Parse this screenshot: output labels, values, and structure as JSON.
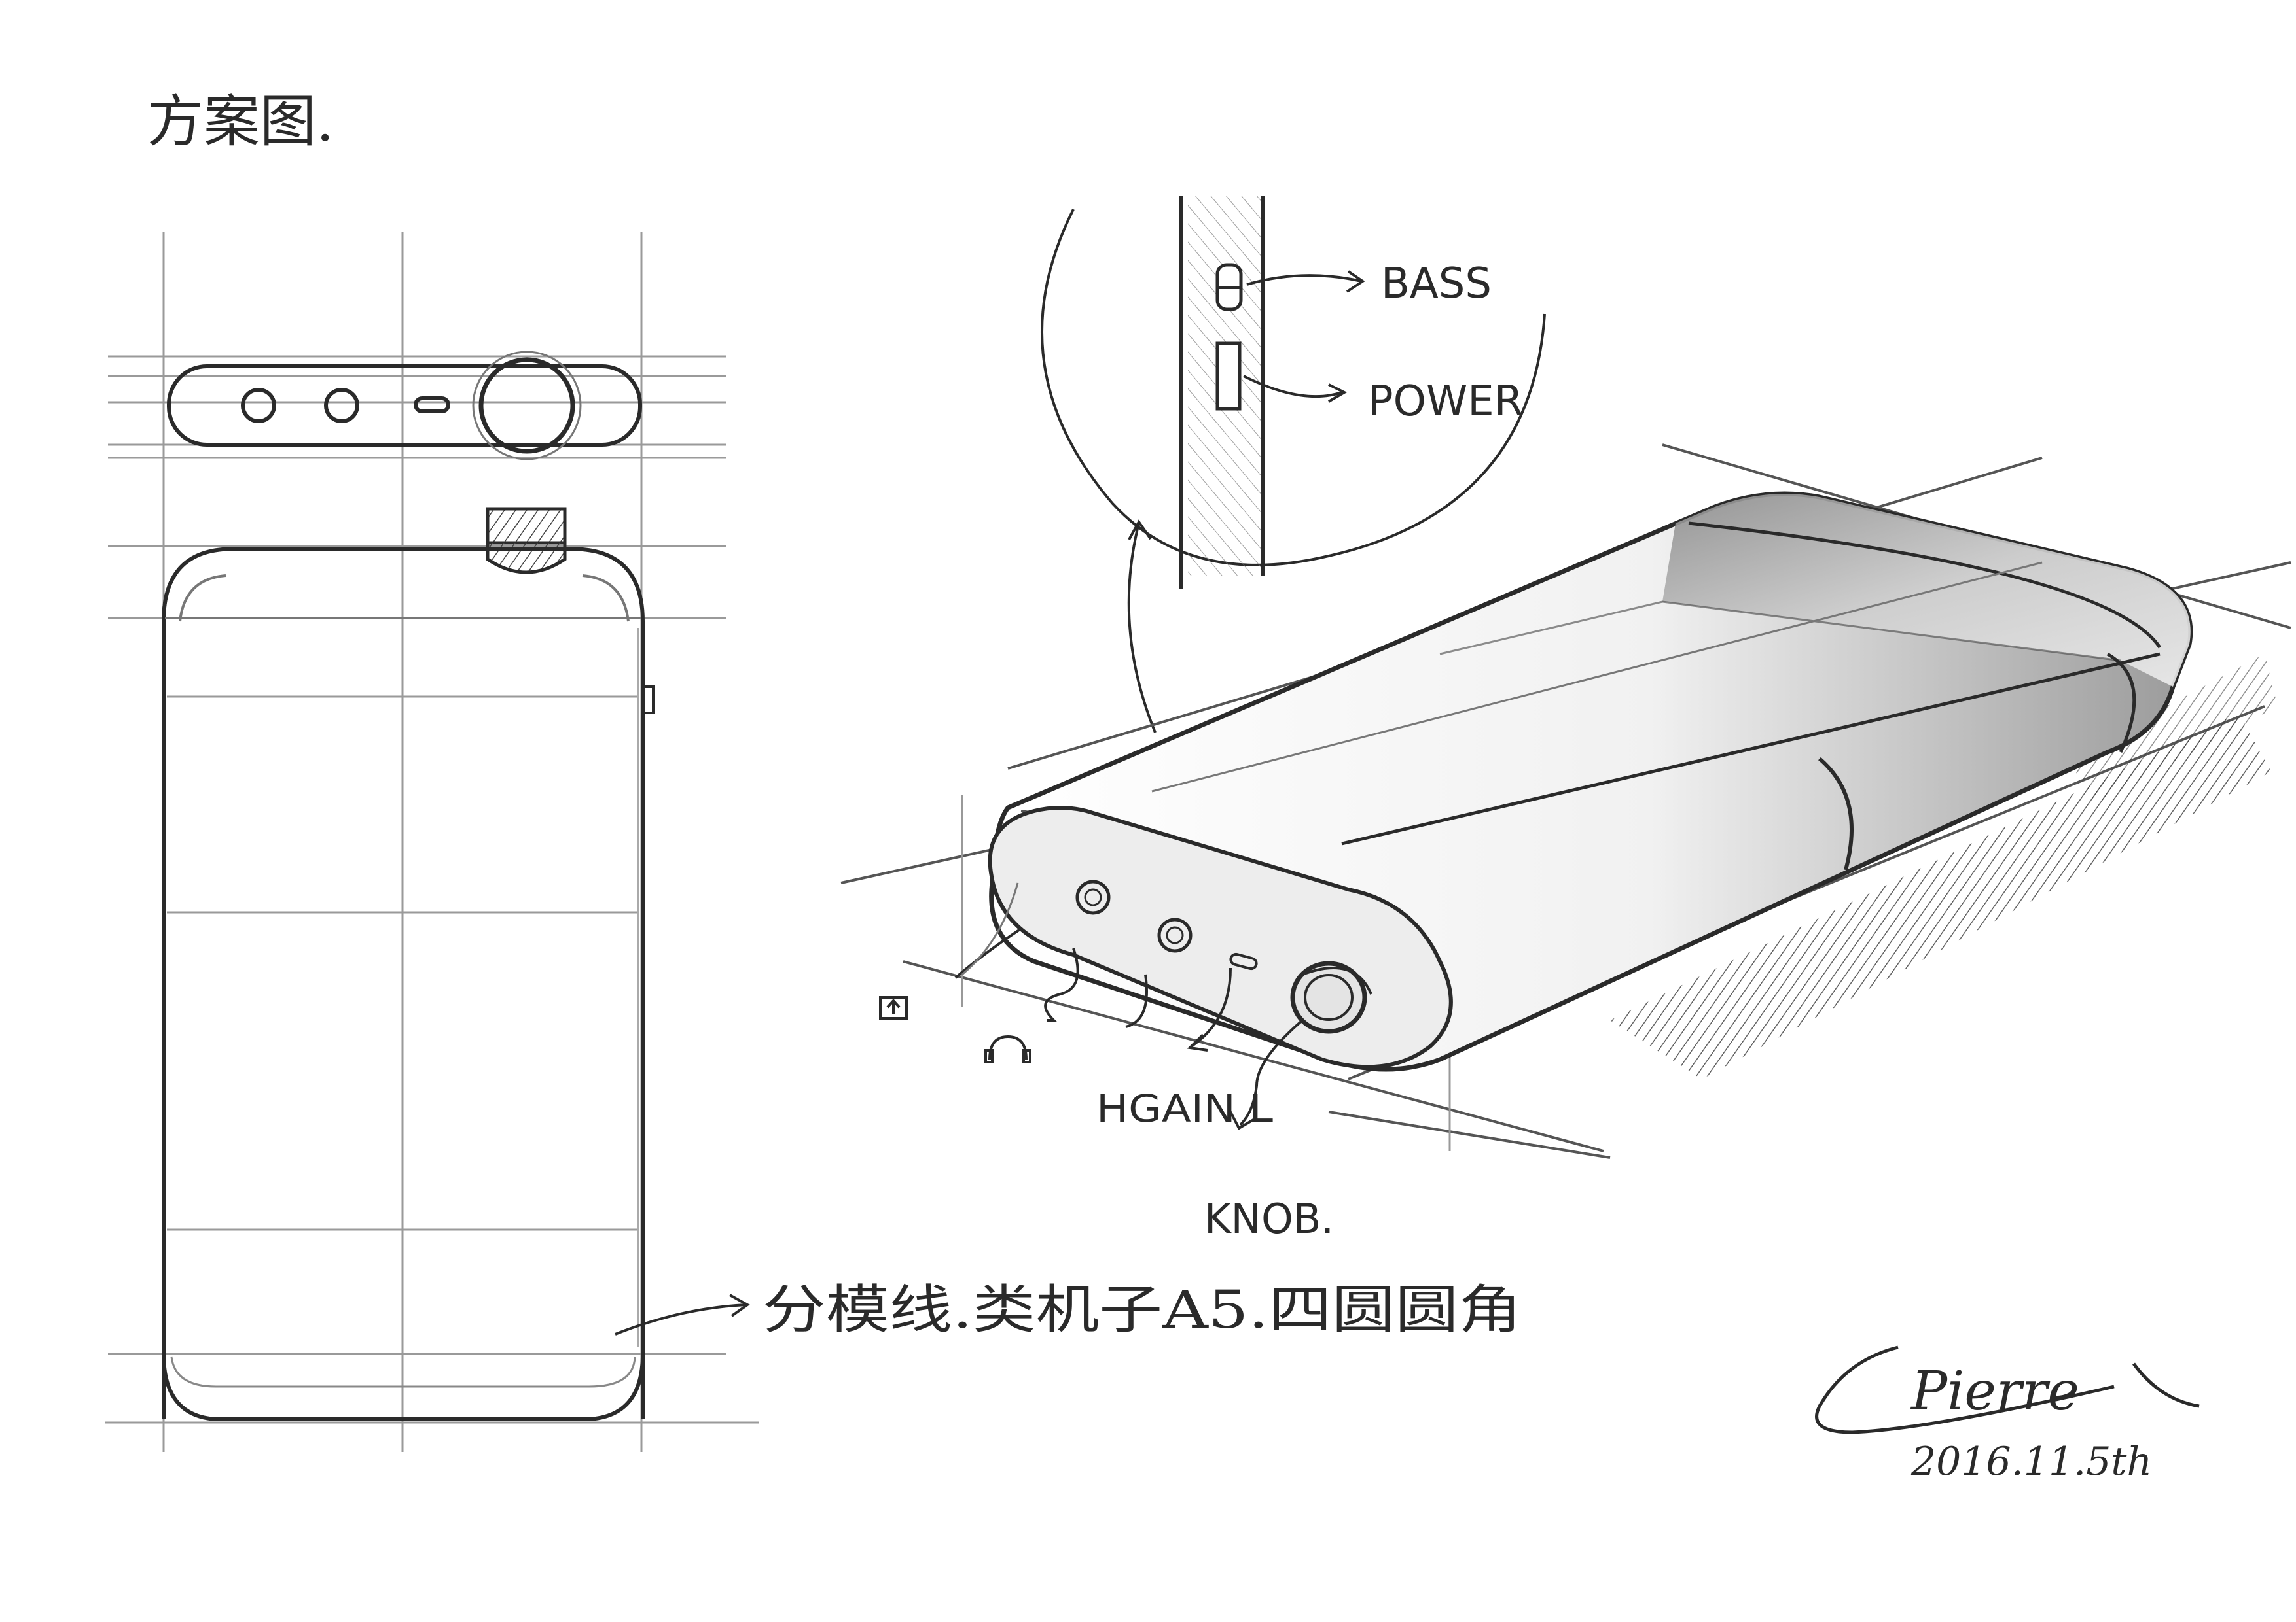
{
  "sheet": {
    "title": "方案图.",
    "callouts": {
      "bass": "BASS",
      "power": "POWER",
      "gain": "HGAIN L",
      "knob": "KNOB."
    },
    "note": "分模线.类机子A5.四圆圆角",
    "signature": {
      "name": "Pierre",
      "date": "2016.11.5th"
    }
  },
  "colors": {
    "paper": "#ffffff",
    "pencil": "#2a2a2a",
    "construction": "#9a9a9a",
    "shade": "#555555"
  },
  "icons": [
    "usb-port-icon",
    "headphone-icon"
  ]
}
